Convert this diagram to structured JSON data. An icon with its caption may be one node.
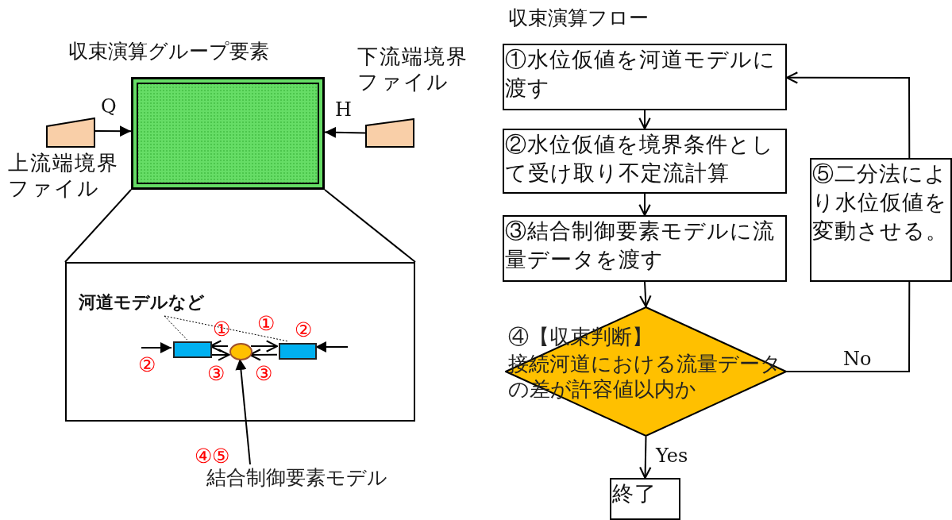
{
  "diagram": {
    "title": "収束演算フロー",
    "nodes": [
      {
        "text": [
          "収束演算グループ要素"
        ]
      },
      {
        "text": [
          "上流端境界ファイル"
        ]
      },
      {
        "text": [
          "下流端境界ファイル"
        ]
      },
      {
        "text": [],
        "shape": "box"
      },
      {
        "text": [
          "河道モデルなど"
        ],
        "in": 3
      },
      {
        "text": [],
        "shape": "box",
        "in": 3
      },
      {
        "text": [],
        "shape": "circle",
        "in": 3
      },
      {
        "text": [],
        "shape": "box",
        "in": 3
      },
      {
        "text": [
          "結合制御要素モデル"
        ],
        "beside": [
          "④⑤"
        ]
      },
      {
        "text": [
          "①水位仮値を河道モデルに渡す"
        ]
      },
      {
        "text": [
          "②水位仮値を境界条件として受け取り不定流計算"
        ]
      },
      {
        "text": [
          "③結合制御要素モデルに流量データを渡す"
        ]
      },
      {
        "text": [
          "④【収束判断】",
          "接続河道における流量データの差が許容値以内か"
        ]
      },
      {
        "text": [
          "終了"
        ]
      },
      {
        "text": [
          "⑤二分法により水位仮値を変動させる。"
        ]
      }
    ],
    "edges": [
      {
        "from": 1,
        "to": 0,
        "arrow": "to",
        "label": "Q"
      },
      {
        "from": 2,
        "to": 0,
        "arrow": "to",
        "label": "H"
      },
      {
        "from": 4,
        "to": 5,
        "arrow": "none",
        "style": "dashed"
      },
      {
        "from": 4,
        "to": 7,
        "arrow": "none",
        "style": "dashed"
      },
      {
        "from": null,
        "to": 5,
        "arrow": "to"
      },
      {
        "from": null,
        "to": 7,
        "arrow": "to"
      },
      {
        "from": 6,
        "to": 5,
        "arrow": "to"
      },
      {
        "from": 5,
        "to": 6,
        "arrow": "to"
      },
      {
        "from": 6,
        "to": 7,
        "arrow": "to"
      },
      {
        "from": 7,
        "to": 6,
        "arrow": "to"
      },
      {
        "from": 8,
        "to": 6,
        "arrow": "to"
      },
      {
        "from": 9,
        "to": 10,
        "arrow": "to"
      },
      {
        "from": 10,
        "to": 11,
        "arrow": "to"
      },
      {
        "from": 11,
        "to": 12,
        "arrow": "to"
      },
      {
        "from": 12,
        "to": 13,
        "arrow": "to",
        "label": "Yes"
      },
      {
        "from": 12,
        "to": 14,
        "arrow": "none",
        "label": "No"
      },
      {
        "from": 14,
        "to": 9,
        "arrow": "to"
      },
      {
        "from": 0,
        "to": 3,
        "arrow": "none"
      },
      {
        "from": 0,
        "to": 3,
        "arrow": "none"
      }
    ],
    "labels": [
      "①",
      "①",
      "②",
      "②",
      "③",
      "③"
    ]
  }
}
